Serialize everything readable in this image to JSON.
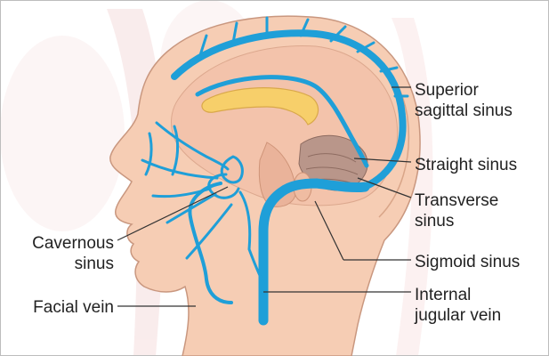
{
  "labels": {
    "superior_sagittal_sinus": [
      "Superior",
      "sagittal sinus"
    ],
    "straight_sinus": [
      "Straight sinus"
    ],
    "transverse_sinus": [
      "Transverse",
      "sinus"
    ],
    "sigmoid_sinus": [
      "Sigmoid sinus"
    ],
    "internal_jugular_vein": [
      "Internal",
      "jugular vein"
    ],
    "cavernous_sinus": [
      "Cavernous",
      "sinus"
    ],
    "facial_vein": [
      "Facial vein"
    ]
  },
  "colors": {
    "vein": "#1f9fd8",
    "vein_dark": "#0f6e9c",
    "skin": "#f6cdb4",
    "skin_outline": "#c9977f",
    "corpus_callosum": "#f7cf6a",
    "cerebellum": "#b9968a",
    "watermark": "#f2cccc",
    "leader_line": "#333333"
  },
  "icons": [
    "head-illustration",
    "watermark-logo"
  ]
}
